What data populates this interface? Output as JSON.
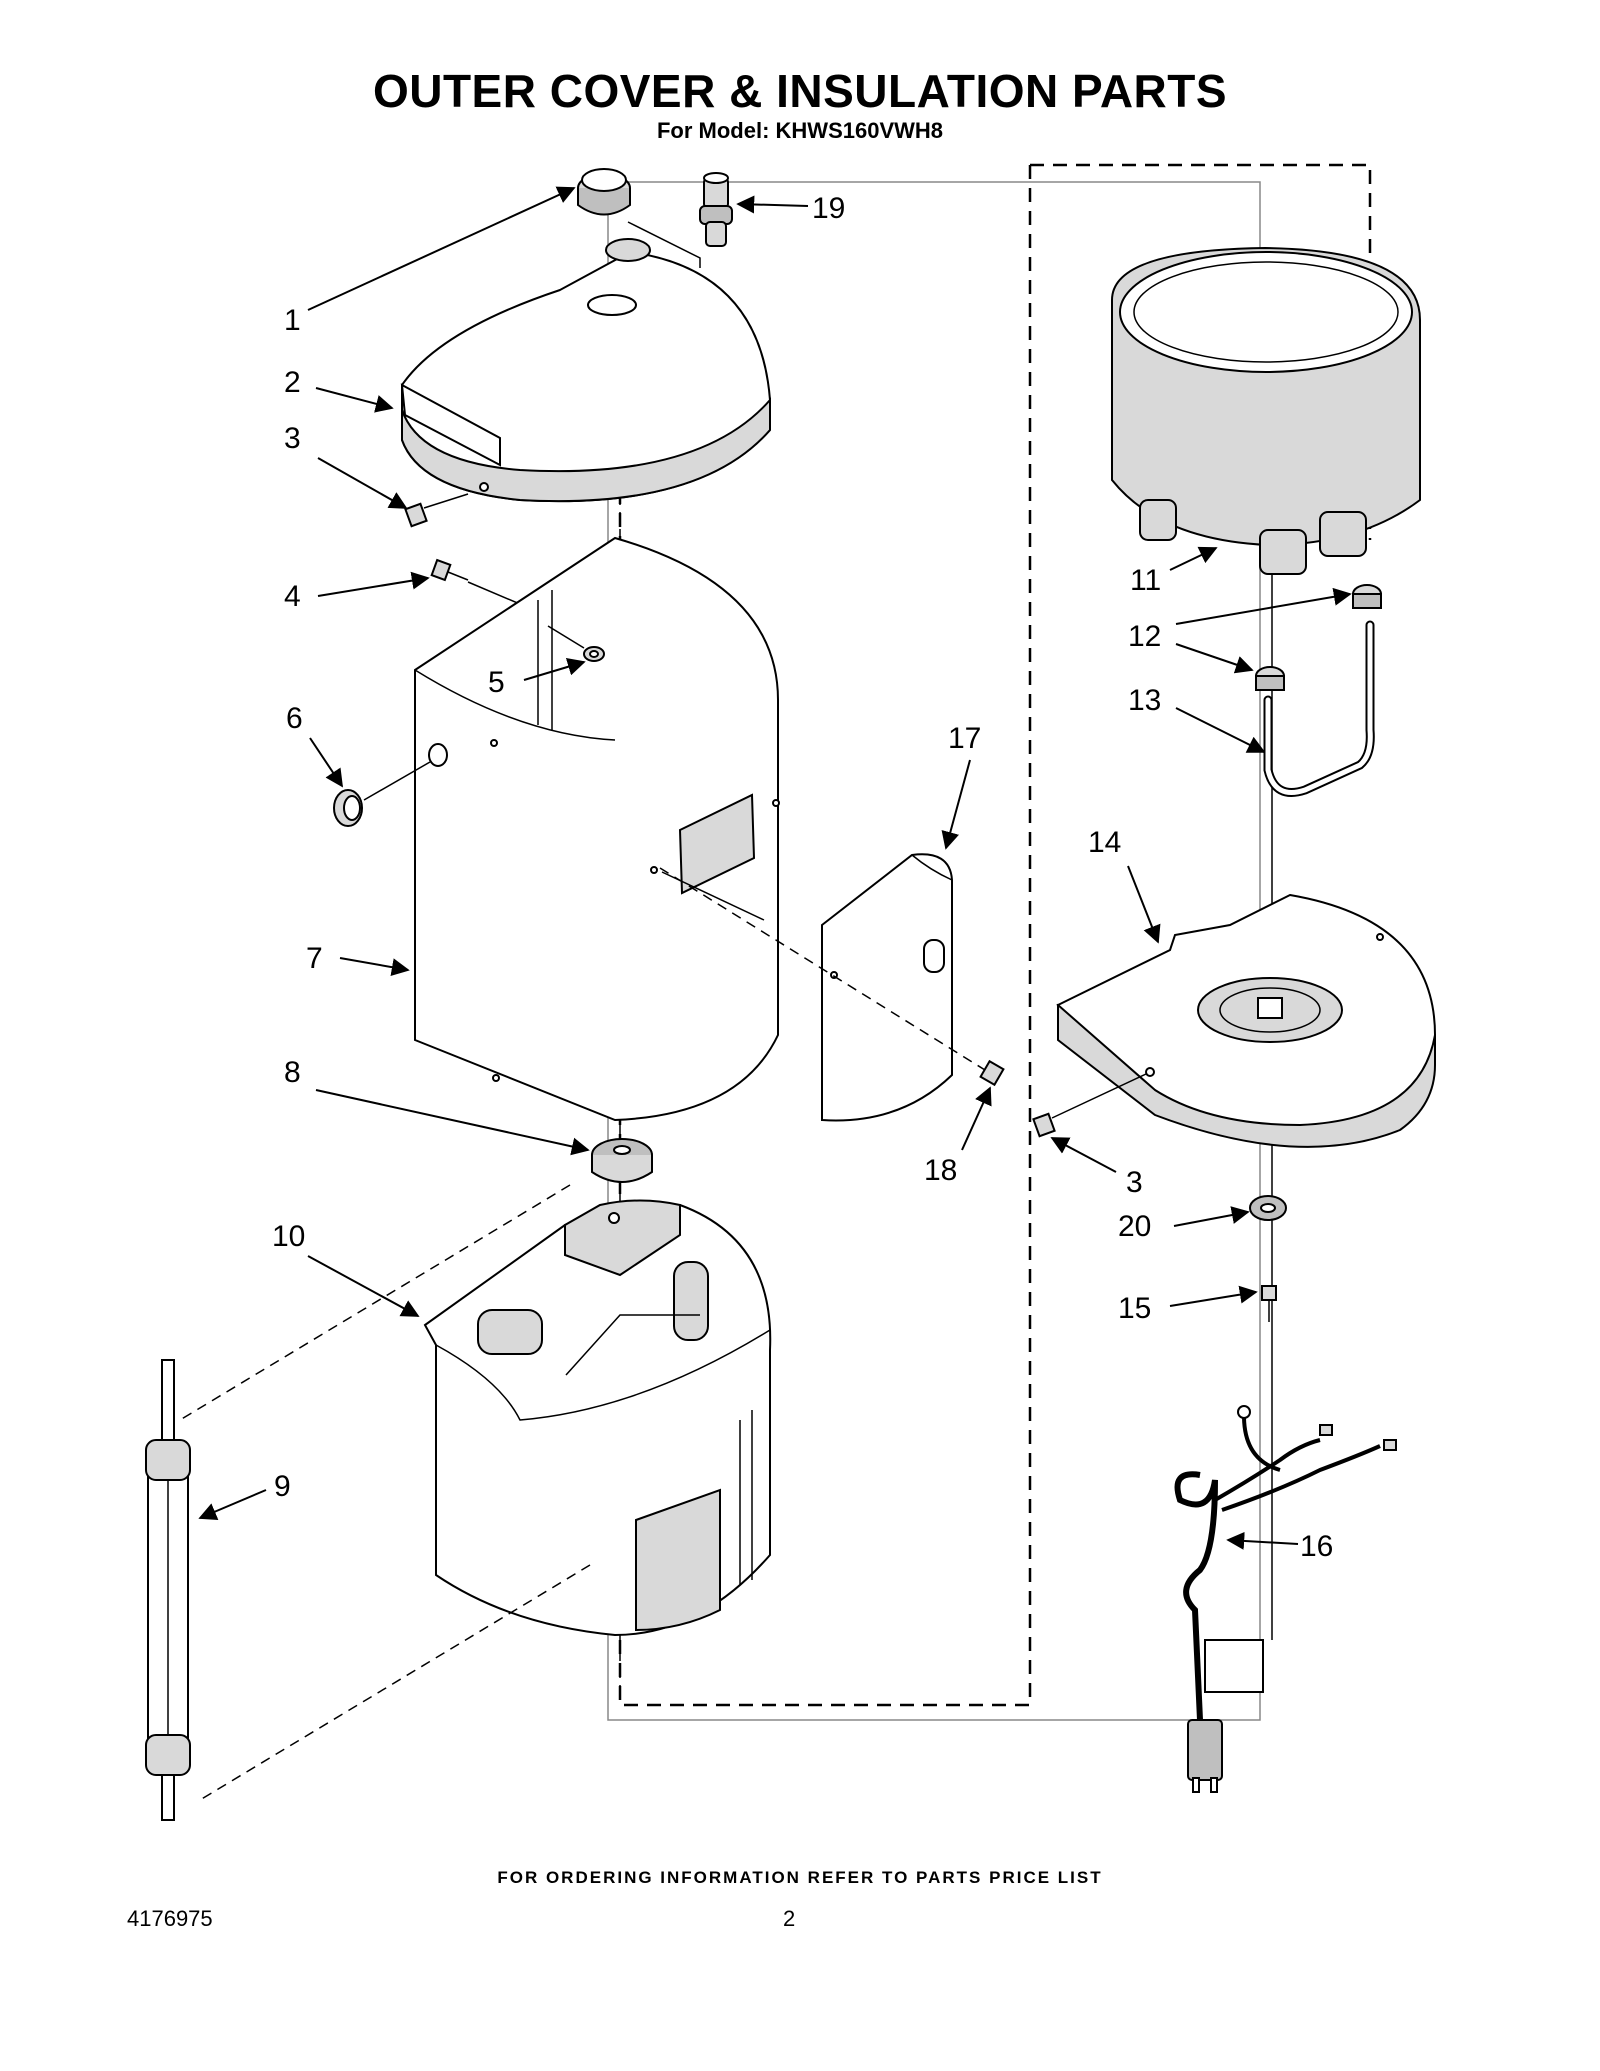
{
  "page": {
    "title": "OUTER COVER & INSULATION PARTS",
    "subtitle": "For Model: KHWS160VWH8",
    "footer_note": "FOR ORDERING INFORMATION REFER TO PARTS PRICE LIST",
    "doc_number": "4176975",
    "page_number": "2"
  },
  "callouts": {
    "c1": "1",
    "c2": "2",
    "c3a": "3",
    "c3b": "3",
    "c4": "4",
    "c5": "5",
    "c6": "6",
    "c7": "7",
    "c8": "8",
    "c9": "9",
    "c10": "10",
    "c11": "11",
    "c12": "12",
    "c13": "13",
    "c14": "14",
    "c15": "15",
    "c16": "16",
    "c17": "17",
    "c18": "18",
    "c19": "19",
    "c20": "20"
  }
}
